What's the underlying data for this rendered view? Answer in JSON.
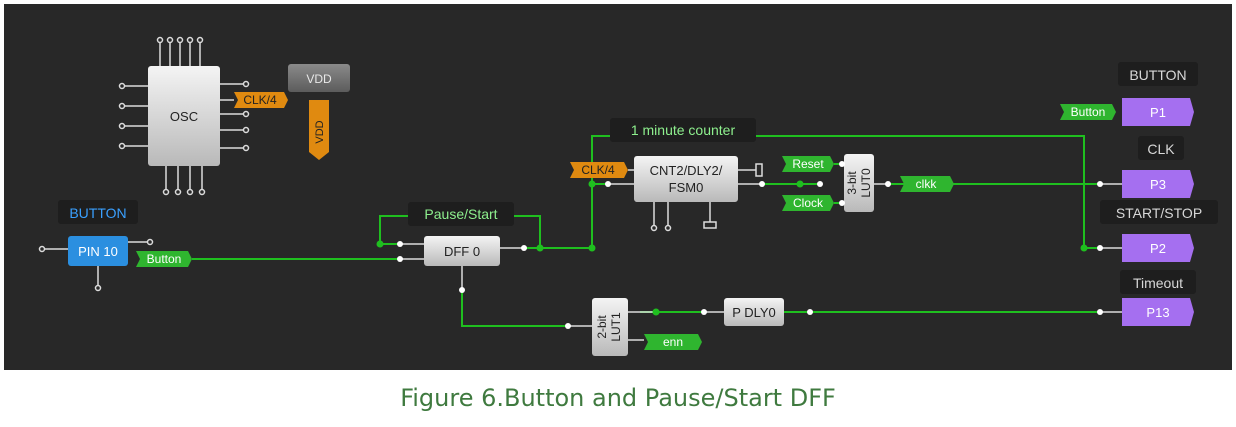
{
  "caption": "Figure 6.Button and Pause/Start DFF",
  "colors": {
    "background": "#282828",
    "wire": "#1fbf1f",
    "label_text": "#8ef08e",
    "output_pin": "#a56ff0",
    "input_pin": "#2b8fe0",
    "clock_tag": "#e08a10",
    "net_tag": "#2fb52f",
    "caption": "#3f7a3f"
  },
  "blocks": {
    "osc": "OSC",
    "vdd": "VDD",
    "vdd_tag": "VDD",
    "clk4_osc": "CLK/4",
    "pin10": "PIN 10",
    "button_tag_pin": "Button",
    "dff": "DFF 0",
    "cnt_line1": "CNT2/DLY2/",
    "cnt_line2": "FSM0",
    "clk4_cnt": "CLK/4",
    "reset": "Reset",
    "clock": "Clock",
    "lut0_line1": "3-bit",
    "lut0_line2": "LUT0",
    "clkk": "clkk",
    "lut1_line1": "2-bit",
    "lut1_line2": "LUT1",
    "enn": "enn",
    "pdly": "P DLY0"
  },
  "labels": {
    "button_left": "BUTTON",
    "pause_start": "Pause/Start",
    "counter": "1 minute counter",
    "button_right": "BUTTON",
    "clk": "CLK",
    "start_stop": "START/STOP",
    "timeout": "Timeout"
  },
  "pins": {
    "button_tag_out": "Button",
    "p1": "P1",
    "p3": "P3",
    "p2": "P2",
    "p13": "P13"
  }
}
